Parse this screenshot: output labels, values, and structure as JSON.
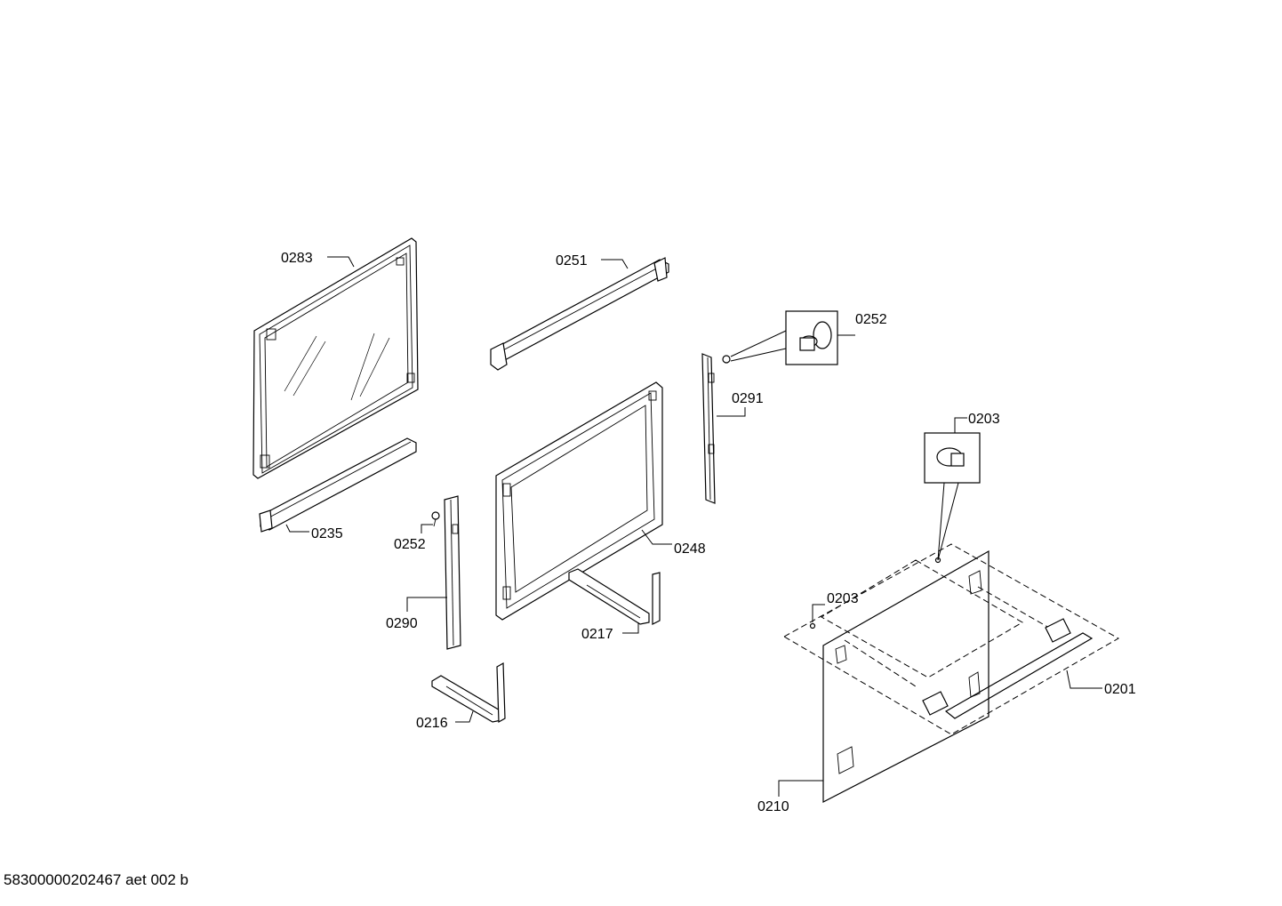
{
  "labels": {
    "p0283": "0283",
    "p0251": "0251",
    "p0252_top": "0252",
    "p0291": "0291",
    "p0203_top": "0203",
    "p0235": "0235",
    "p0252_left": "0252",
    "p0248": "0248",
    "p0290": "0290",
    "p0217": "0217",
    "p0203_mid": "0203",
    "p0201": "0201",
    "p0216": "0216",
    "p0210": "0210"
  },
  "footer": "58300000202467 aet 002 b"
}
